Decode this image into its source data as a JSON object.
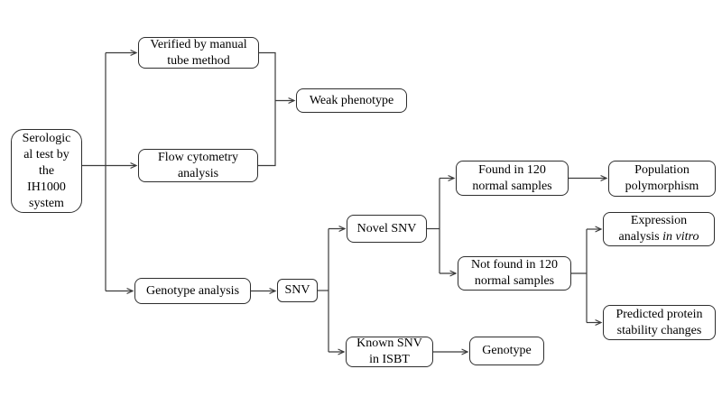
{
  "colors": {
    "background": "#ffffff",
    "box_border": "#2e2e2e",
    "connector": "#3b3b3b",
    "text": "#000000"
  },
  "nodes": {
    "serologic": {
      "label": "Serologic\nal test by\nthe\nIH1000\nsystem"
    },
    "verified": {
      "label": "Verified by manual\ntube method"
    },
    "flow": {
      "label": "Flow cytometry\nanalysis"
    },
    "weak": {
      "label": "Weak phenotype"
    },
    "genanalysis": {
      "label": "Genotype analysis"
    },
    "snv": {
      "label": "SNV"
    },
    "novel": {
      "label": "Novel SNV"
    },
    "found": {
      "label": "Found in 120\nnormal samples"
    },
    "population": {
      "label": "Population\npolymorphism"
    },
    "notfound": {
      "label": "Not found in 120\nnormal samples"
    },
    "expression": {
      "line1": "Expression",
      "line2_text": "analysis",
      "line2_italic": "in vitro"
    },
    "predicted": {
      "label": "Predicted protein\nstability changes"
    },
    "known": {
      "label": "Known SNV\nin ISBT"
    },
    "genotype": {
      "label": "Genotype"
    }
  },
  "edges": [
    {
      "from": "Serologic al test by the IH1000 system",
      "to": "Verified by manual tube method"
    },
    {
      "from": "Serologic al test by the IH1000 system",
      "to": "Flow cytometry analysis"
    },
    {
      "from": "Serologic al test by the IH1000 system",
      "to": "Genotype analysis"
    },
    {
      "from": "Verified by manual tube method",
      "to": "Weak phenotype"
    },
    {
      "from": "Flow cytometry analysis",
      "to": "Weak phenotype"
    },
    {
      "from": "Genotype analysis",
      "to": "SNV"
    },
    {
      "from": "SNV",
      "to": "Novel SNV"
    },
    {
      "from": "SNV",
      "to": "Known SNV in ISBT"
    },
    {
      "from": "Novel SNV",
      "to": "Found in 120 normal samples"
    },
    {
      "from": "Novel SNV",
      "to": "Not found in 120 normal samples"
    },
    {
      "from": "Found in 120 normal samples",
      "to": "Population polymorphism"
    },
    {
      "from": "Not found in 120 normal samples",
      "to": "Expression analysis in vitro"
    },
    {
      "from": "Not found in 120 normal samples",
      "to": "Predicted protein stability changes"
    },
    {
      "from": "Known SNV in ISBT",
      "to": "Genotype"
    }
  ]
}
